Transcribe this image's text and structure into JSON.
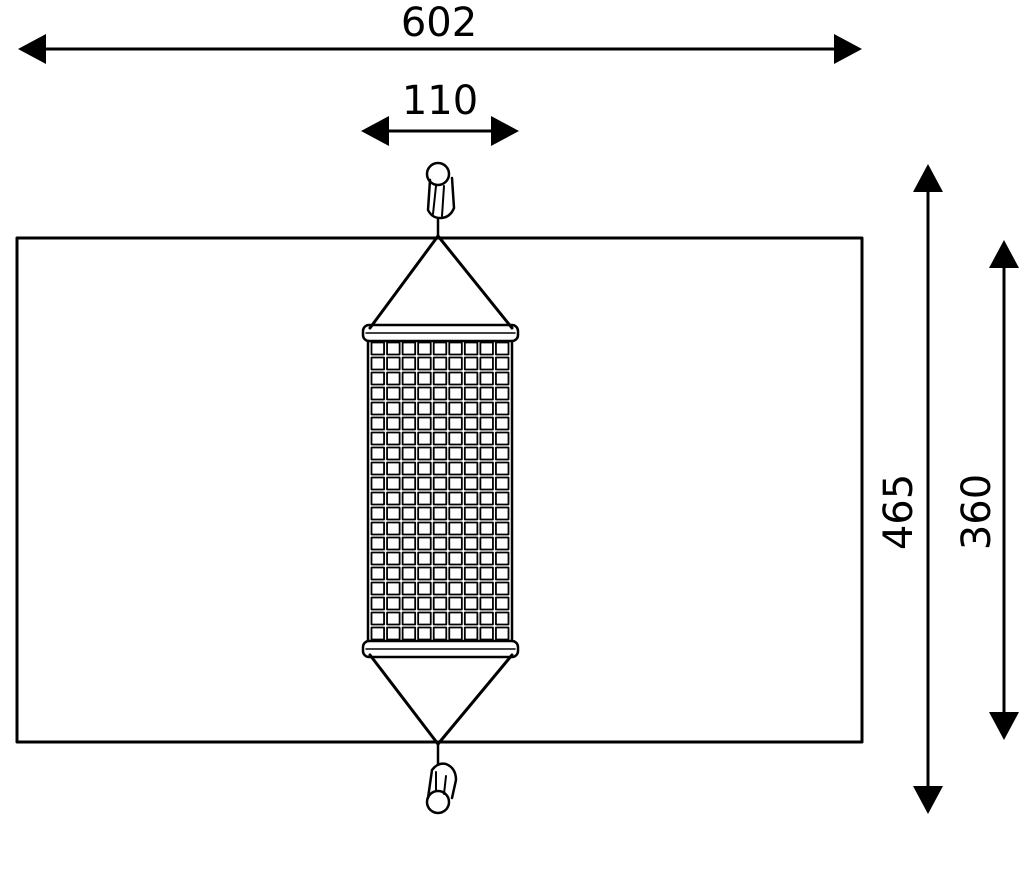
{
  "dimensions": {
    "overall_width": "602",
    "net_width": "110",
    "overall_length": "465",
    "footprint_length": "360"
  },
  "net": {
    "columns": 9,
    "rows": 20
  },
  "colors": {
    "line": "#000000",
    "background": "#ffffff"
  }
}
